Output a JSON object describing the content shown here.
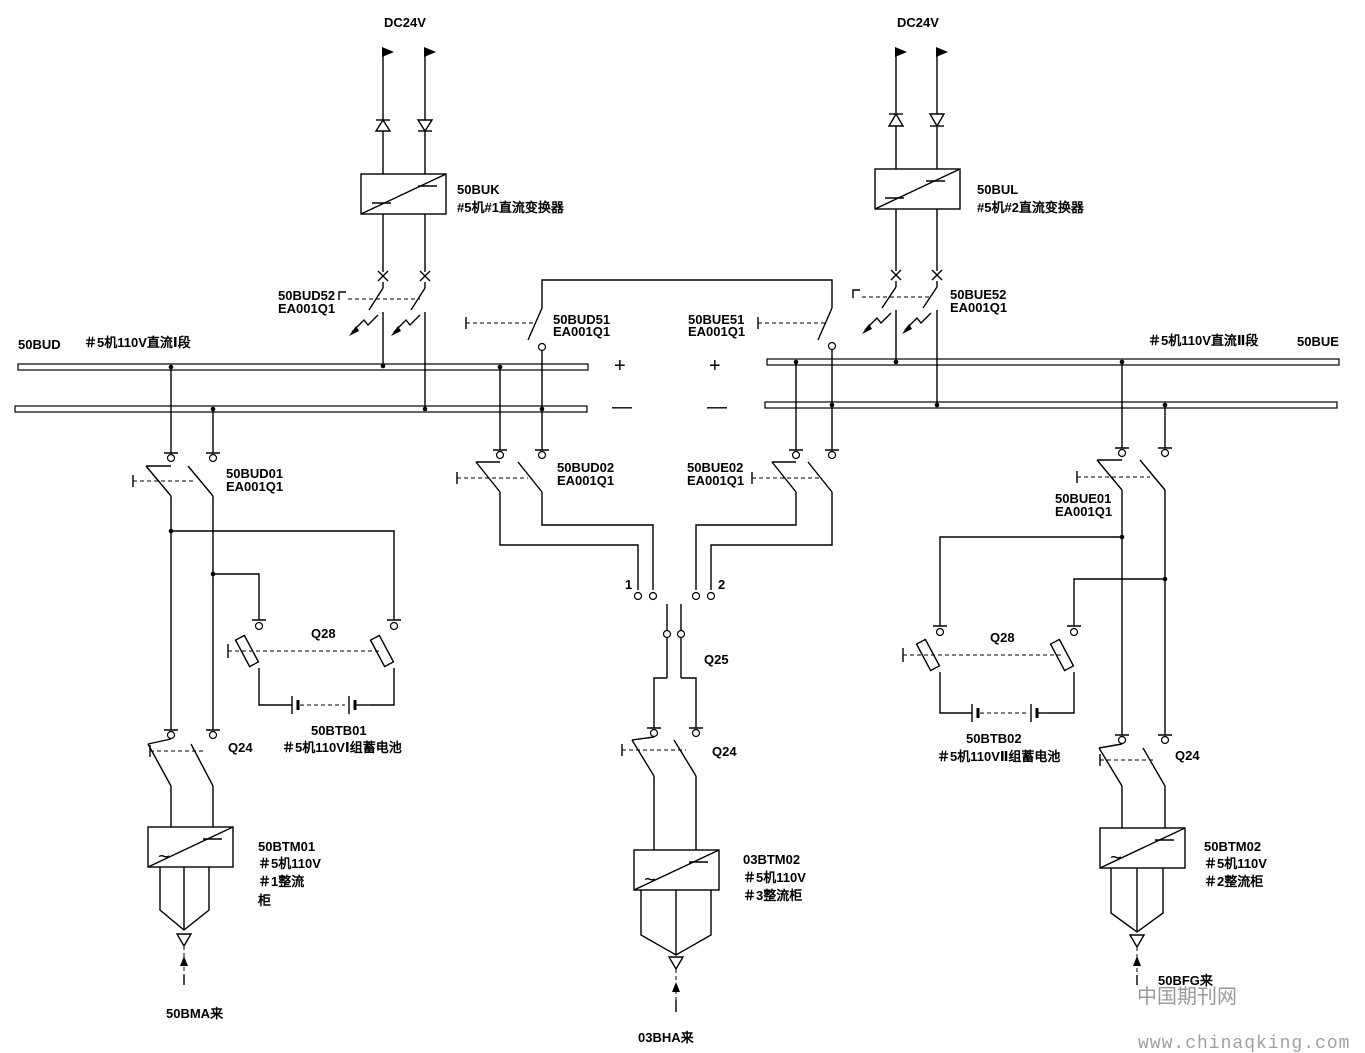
{
  "diagram": {
    "dc_left": "DC24V",
    "dc_right": "DC24V",
    "conv_left_id": "50BUK",
    "conv_left_name": "#5机#1直流变换器",
    "conv_right_id": "50BUL",
    "conv_right_name": "#5机#2直流变换器",
    "brk_bud52_a": "50BUD52",
    "brk_bud52_b": "EA001Q1",
    "brk_bud51_a": "50BUD51",
    "brk_bud51_b": "EA001Q1",
    "brk_bue51_a": "50BUE51",
    "brk_bue51_b": "EA001Q1",
    "brk_bue52_a": "50BUE52",
    "brk_bue52_b": "EA001Q1",
    "bus_left_id": "50BUD",
    "bus_left_name": "＃5机110V直流Ⅰ段",
    "bus_right_name": "＃5机110V直流Ⅱ段",
    "bus_right_id": "50BUE",
    "plus_left": "+",
    "minus_left": "—",
    "plus_right": "+",
    "minus_right": "—",
    "brk_bud01_a": "50BUD01",
    "brk_bud01_b": "EA001Q1",
    "brk_bud02_a": "50BUD02",
    "brk_bud02_b": "EA001Q1",
    "brk_bue02_a": "50BUE02",
    "brk_bue02_b": "EA001Q1",
    "brk_bue01_a": "50BUE01",
    "brk_bue01_b": "EA001Q1",
    "sel_1": "1",
    "sel_2": "2",
    "q25": "Q25",
    "q28_left": "Q28",
    "q28_right": "Q28",
    "bat_left_id": "50BTB01",
    "bat_left_name": "＃5机110VⅠ组蓄电池",
    "bat_right_id": "50BTB02",
    "bat_right_name": "＃5机110VⅡ组蓄电池",
    "q24_left": "Q24",
    "q24_mid": "Q24",
    "q24_right": "Q24",
    "rect_left_id": "50BTM01",
    "rect_left_l1": "＃5机110V",
    "rect_left_l2": "＃1整流",
    "rect_left_l3": "柜",
    "rect_mid_id": "03BTM02",
    "rect_mid_l1": "＃5机110V",
    "rect_mid_l2": "＃3整流柜",
    "rect_right_id": "50BTM02",
    "rect_right_l1": "＃5机110V",
    "rect_right_l2": "＃2整流柜",
    "src_left": "50BMA来",
    "src_mid": "03BHA来",
    "src_right": "50BFG来",
    "watermark_cn": "中国期刊网",
    "watermark_url": "www.chinaqking.com"
  }
}
